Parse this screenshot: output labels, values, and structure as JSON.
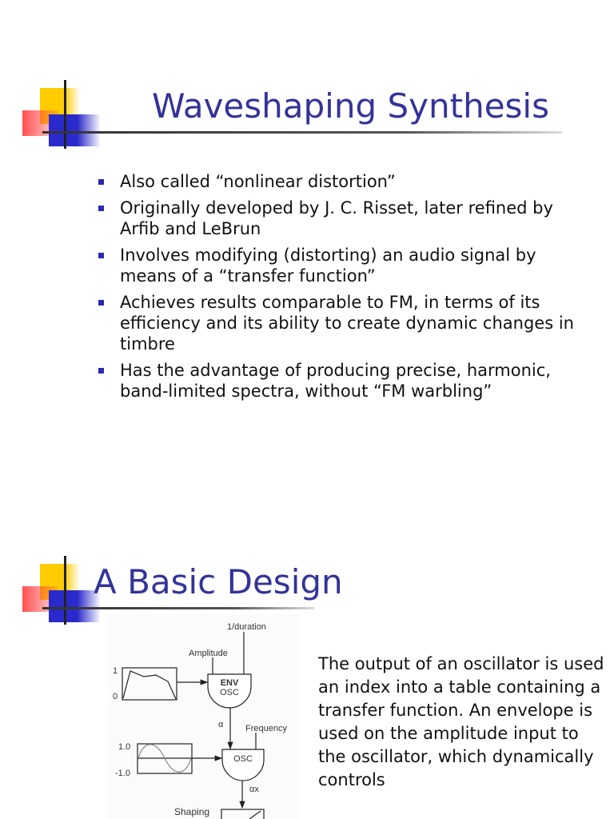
{
  "slide1": {
    "title": "Waveshaping Synthesis",
    "bullets": [
      "Also called “nonlinear distortion”",
      "Originally developed by J. C. Risset, later refined by Arfib and LeBrun",
      "Involves modifying (distorting) an audio signal by means of a “transfer function”",
      "Achieves results comparable to FM, in terms of its efficiency and its ability to create dynamic changes in timbre",
      "Has the advantage of producing precise, harmonic, band-limited spectra, without “FM warbling”"
    ]
  },
  "slide2": {
    "title": "A Basic Design",
    "description": "The output of an oscillator is used an index into a table containing a transfer function. An envelope is used on the amplitude input to the oscillator, which dynamically controls",
    "diagram": {
      "duration_label": "1/duration",
      "amplitude_label": "Amplitude",
      "env_top": "1",
      "env_bottom": "0",
      "env_osc_line1": "ENV",
      "env_osc_line2": "OSC",
      "alpha_label": "α",
      "frequency_label": "Frequency",
      "sine_top": "1.0",
      "sine_bottom": "-1.0",
      "osc_label": "OSC",
      "alpha_x_label": "αx",
      "shaping_label": "Shaping"
    }
  },
  "colors": {
    "title": "#333399",
    "bullet": "#2a2ab0"
  }
}
